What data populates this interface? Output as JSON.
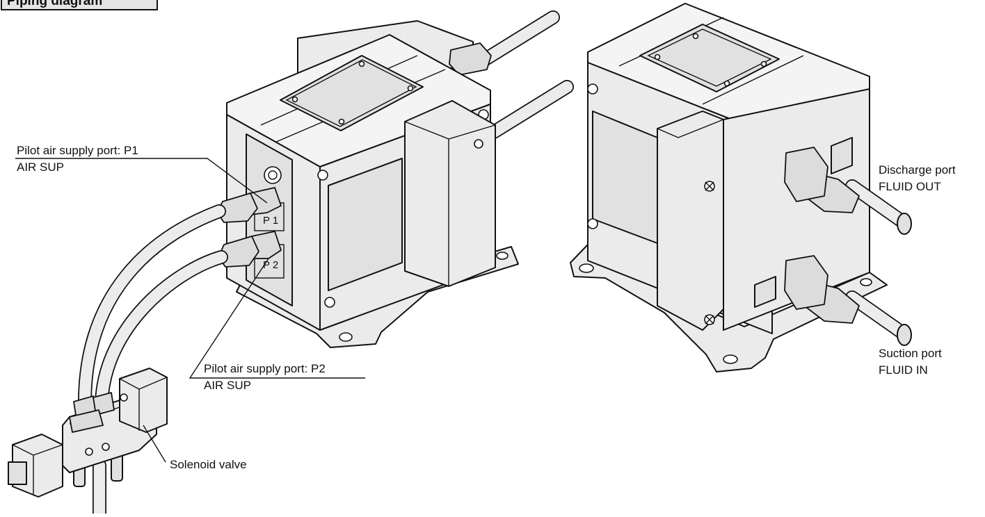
{
  "header": {
    "title": "Piping diagram"
  },
  "labels": {
    "p1": {
      "line1": "Pilot air supply port: P1",
      "line2": "AIR SUP"
    },
    "p2": {
      "line1": "Pilot air supply port: P2",
      "line2": "AIR SUP"
    },
    "solenoid": "Solenoid valve",
    "discharge": {
      "line1": "Discharge port",
      "line2": "FLUID OUT"
    },
    "suction": {
      "line1": "Suction port",
      "line2": "FLUID IN"
    }
  },
  "port_marks": {
    "p1": "P 1",
    "p2": "P 2"
  }
}
